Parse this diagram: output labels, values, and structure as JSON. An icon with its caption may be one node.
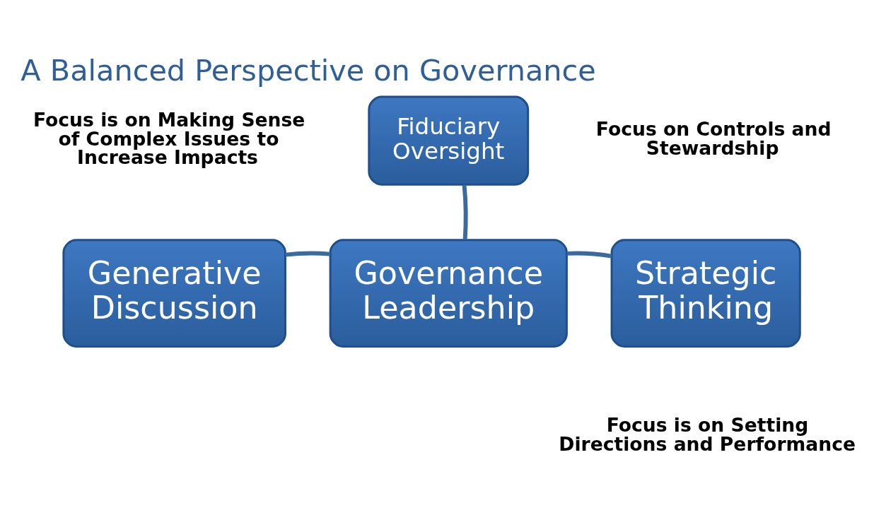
{
  "diagram": {
    "title": "A Balanced Perspective on Governance",
    "nodes": [
      {
        "text": [
          "Fiduciary Oversight"
        ],
        "beside": [
          "Focus on Controls and Stewardship"
        ]
      },
      {
        "text": [
          "Strategic Thinking"
        ],
        "beside": [
          "Focus is on Setting Directions and Performance"
        ]
      },
      {
        "text": [
          "Governance Leadership"
        ]
      },
      {
        "text": [
          "Generative Discussion"
        ],
        "beside": [
          "Focus is on Making Sense of Complex Issues to Increase Impacts"
        ]
      }
    ],
    "edges": [
      {
        "from": 2,
        "to": 0,
        "arrow": "none"
      },
      {
        "from": 2,
        "to": 1,
        "arrow": "none"
      },
      {
        "from": 2,
        "to": 3,
        "arrow": "none"
      }
    ]
  }
}
